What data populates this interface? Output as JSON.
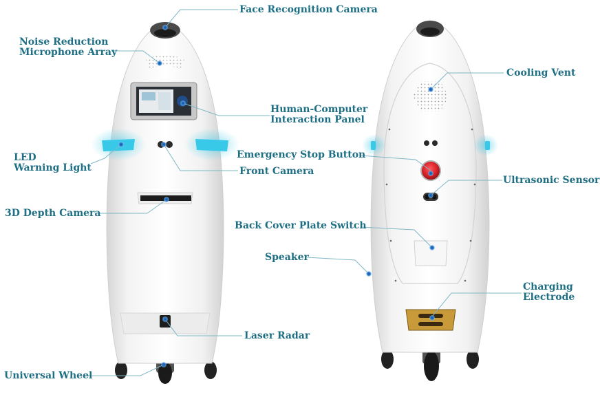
{
  "diagram": {
    "labels": {
      "face_camera": "Face Recognition Camera",
      "microphone_line1": "Noise Reduction",
      "microphone_line2": "Microphone Array",
      "hci_line1": "Human-Computer",
      "hci_line2": "Interaction Panel",
      "led_line1": "LED",
      "led_line2": "Warning Light",
      "estop": "Emergency Stop Button",
      "front_camera": "Front Camera",
      "depth_camera": "3D Depth Camera",
      "back_cover": "Back Cover Plate Switch",
      "speaker": "Speaker",
      "laser_radar": "Laser Radar",
      "universal_wheel": "Universal Wheel",
      "cooling_vent": "Cooling Vent",
      "ultrasonic": "Ultrasonic Sensor",
      "charging_line1": "Charging",
      "charging_line2": "Electrode"
    },
    "colors": {
      "label_text": "#1f6f84",
      "leader_line": "#7fb7c6",
      "led_glow": "#38c9e8",
      "estop_red": "#d8232a",
      "electrode_gold": "#c89a3a",
      "body_white": "#f4f4f4"
    },
    "icons": {
      "marker": "blue-dot-icon"
    }
  }
}
